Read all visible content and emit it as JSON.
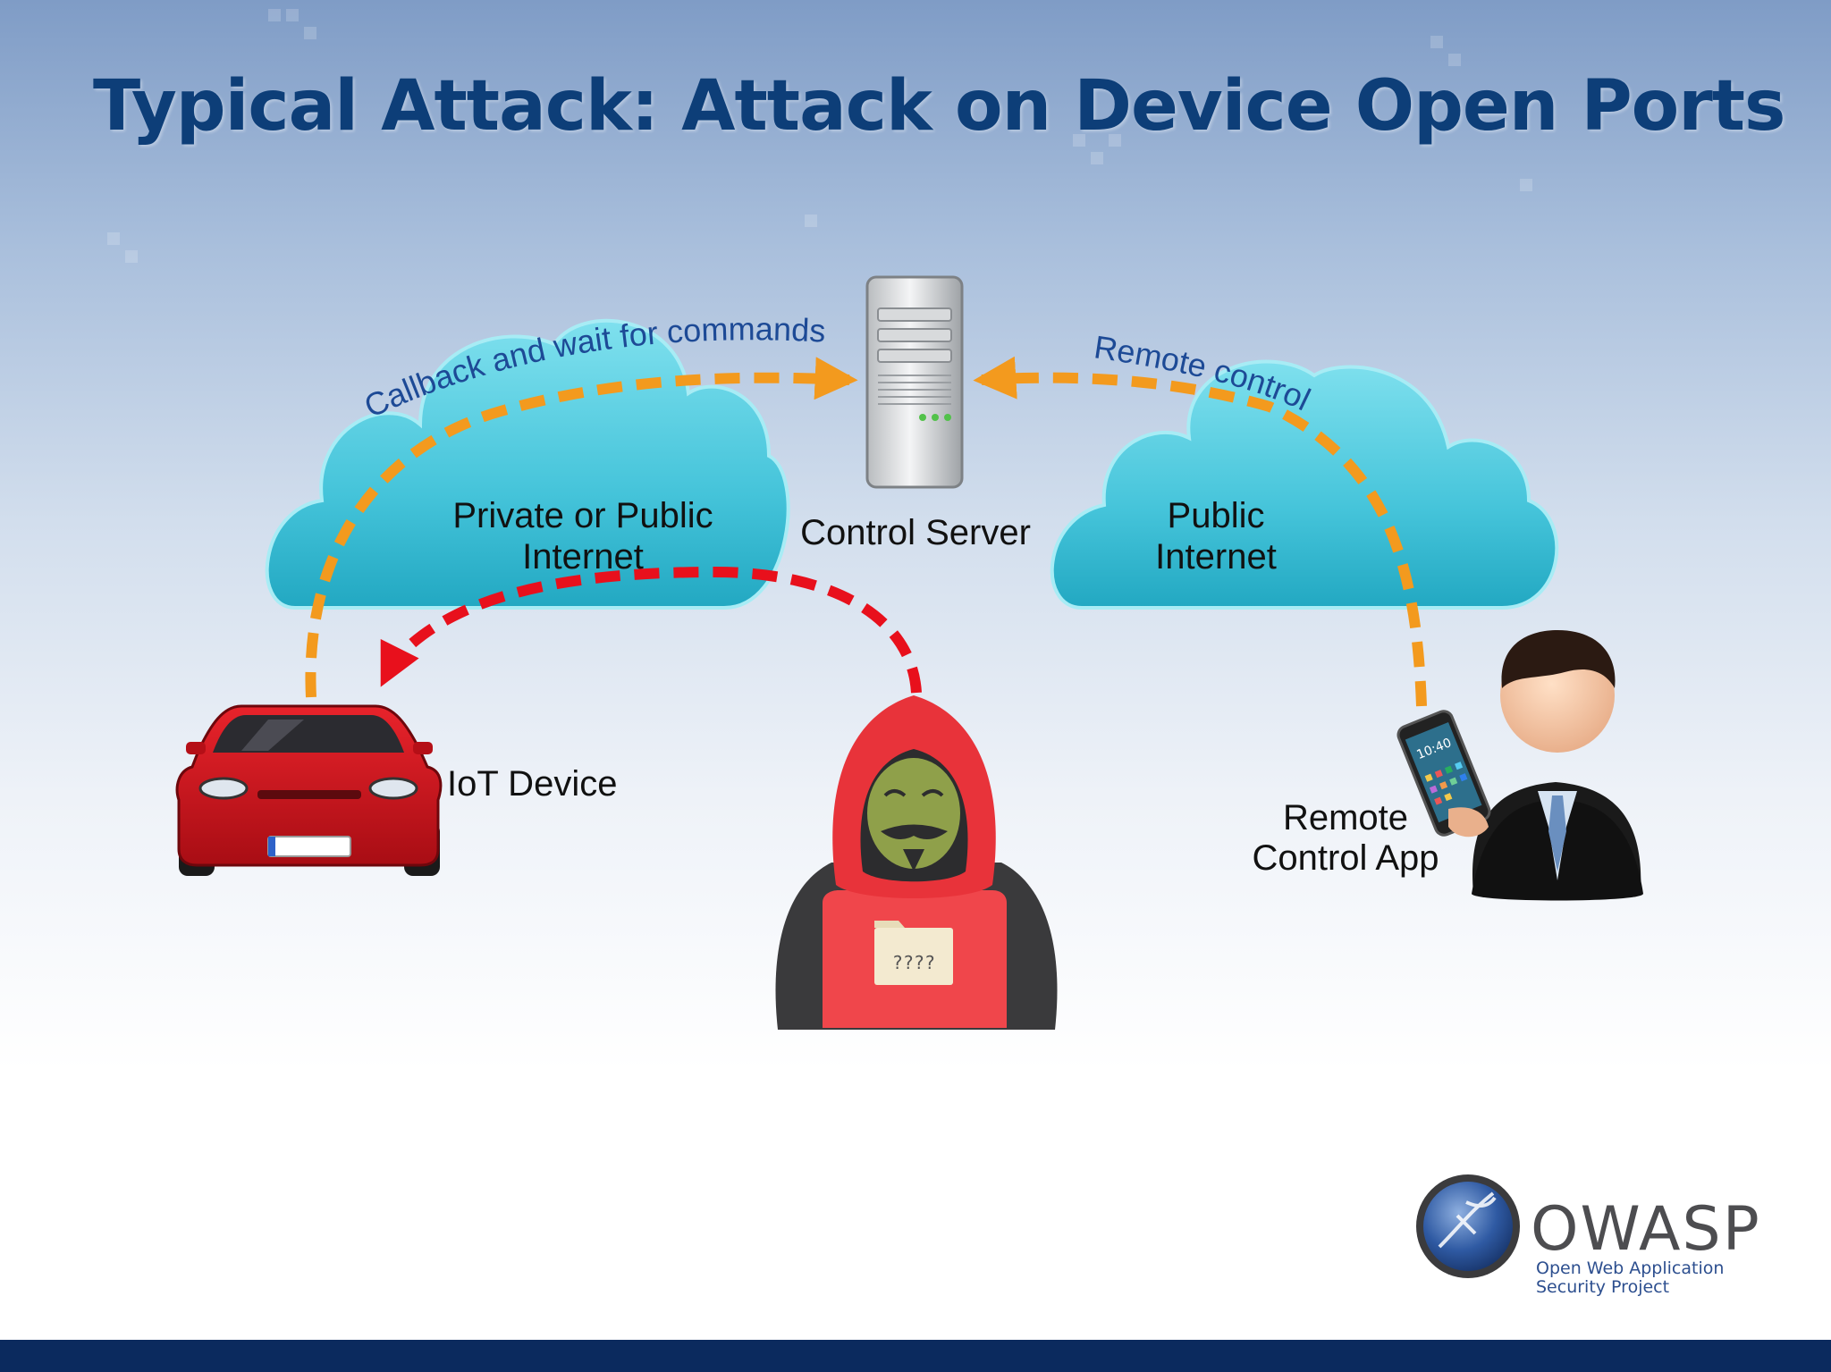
{
  "title": "Typical Attack: Attack on Device Open Ports",
  "labels": {
    "cloud_left": [
      "Private or Public",
      "Internet"
    ],
    "control_server": "Control Server",
    "cloud_right": [
      "Public",
      "Internet"
    ],
    "iot_device": "IoT Device",
    "remote_app": [
      "Remote",
      "Control App"
    ],
    "callback": "Callback and wait for commands",
    "remote_control": "Remote control",
    "phone_time": "10:40",
    "folder_text": "????"
  },
  "logo": {
    "name": "OWASP",
    "line1": "Open Web Application",
    "line2": "Security Project"
  },
  "colors": {
    "title": "#0d3e78",
    "arrow_callback": "#f39a1e",
    "arrow_attack": "#e8101c",
    "cloud": "#3fc3d8",
    "bottom_bar": "#0b2a5e"
  }
}
